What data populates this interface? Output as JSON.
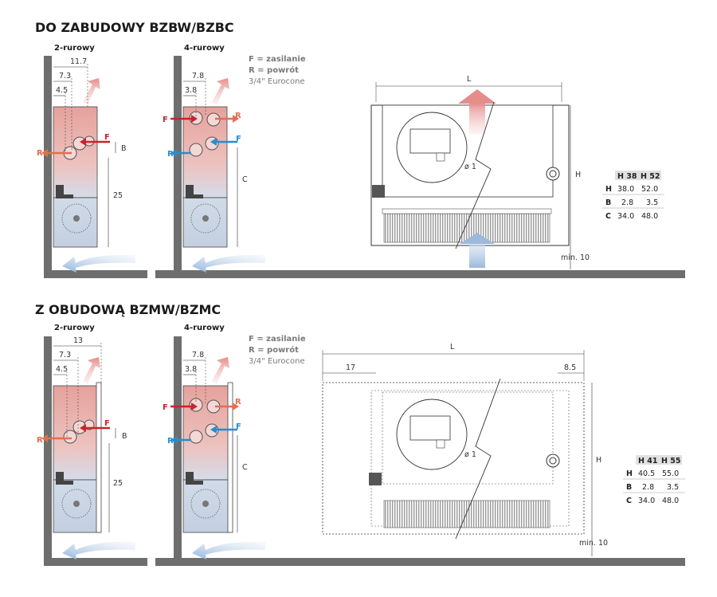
{
  "sections": [
    {
      "title": "DO ZABUDOWY BZBW/BZBC",
      "pipe_2": "2-rurowy",
      "pipe_4": "4-rurowy",
      "dims_2": {
        "d1": "11.7",
        "d2": "7.3",
        "d3": "4.5",
        "b": "B",
        "v": "25"
      },
      "dims_4": {
        "d1": "7.8",
        "d2": "3.8",
        "c": "C"
      },
      "legend": {
        "f": "F = zasilanie",
        "r": "R = powrót",
        "euro": "3/4\" Eurocone"
      },
      "front": {
        "l": "L",
        "h": "H",
        "phi": "ø 1",
        "min": "min. 10"
      },
      "table": {
        "headers": [
          "H 38",
          "H 52"
        ],
        "rows": [
          {
            "label": "H",
            "a": "38.0",
            "b": "52.0"
          },
          {
            "label": "B",
            "a": "2.8",
            "b": "3.5"
          },
          {
            "label": "C",
            "a": "34.0",
            "b": "48.0"
          }
        ]
      }
    },
    {
      "title": "Z OBUDOWĄ BZMW/BZMC",
      "pipe_2": "2-rurowy",
      "pipe_4": "4-rurowy",
      "dims_2": {
        "d1": "13",
        "d2": "7.3",
        "d3": "4.5",
        "b": "B",
        "v": "25"
      },
      "dims_4": {
        "d1": "7.8",
        "d2": "3.8",
        "c": "C"
      },
      "legend": {
        "f": "F = zasilanie",
        "r": "R = powrót",
        "euro": "3/4\" Eurocone"
      },
      "front": {
        "l": "L",
        "h": "H",
        "phi": "ø 1",
        "min": "min. 10",
        "left": "17",
        "right": "8.5"
      },
      "table": {
        "headers": [
          "H 41",
          "H 55"
        ],
        "rows": [
          {
            "label": "H",
            "a": "40.5",
            "b": "55.0"
          },
          {
            "label": "B",
            "a": "2.8",
            "b": "3.5"
          },
          {
            "label": "C",
            "a": "34.0",
            "b": "48.0"
          }
        ]
      }
    }
  ],
  "flow_labels": {
    "f": "F",
    "r": "R"
  },
  "colors": {
    "supply": "#c8242c",
    "return_blue": "#2a8cd0",
    "return_orange": "#e07050",
    "wall": "#6e6e6e",
    "body_top": "#e8a3a0",
    "body_bottom": "#c9d6e6"
  }
}
